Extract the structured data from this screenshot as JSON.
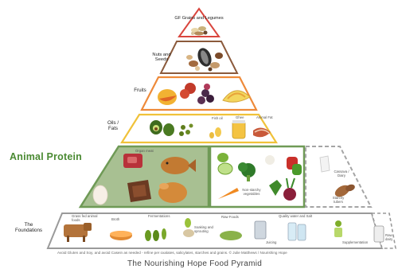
{
  "tiers": {
    "grains": "GF Grains and Legumes",
    "nuts": "Nuts and Seeds",
    "fruits": "Fruits",
    "oils": "Oils / Fats",
    "animal_protein": "Animal Protein",
    "foundations": "The Foundations"
  },
  "oils_items": {
    "fish_oil": "Fish oil",
    "ghee": "Ghee",
    "animal_fat": "Animal Fat"
  },
  "protein_items": {
    "organ_meat": "Organ meat"
  },
  "veg_items": {
    "non_starchy": "Non-starchy vegetables"
  },
  "starch_items": {
    "cassava": "Cassava / Dairy",
    "starchy_tubers": "Starchy tubers"
  },
  "foundation_items": {
    "grass_fed": "Grass fed animal foods",
    "broth": "Broth",
    "fermentations": "Fermentations",
    "soaking": "Soaking and sprouting",
    "raw_foods": "Raw Foods",
    "juicing": "Juicing",
    "quality_water": "Quality water and Salt",
    "supplementation": "Supplementation",
    "raw_dairy": "Raw dairy"
  },
  "footnote": "Avoid Gluten and Soy, and avoid Casein as needed - refine per oxalates, salicylates, starches and grains. © Julie Matthews / Nourishing Hope",
  "title": "The Nourishing Hope Food Pyramid",
  "colors": {
    "grains": "#d9463e",
    "nuts": "#8b5a3c",
    "fruits": "#ee8a3a",
    "oils": "#f0c23a",
    "protein_fill": "#a8c092",
    "protein_border": "#6f9a56",
    "veg_border": "#6f9a56",
    "starch_border": "#a5a5a5",
    "foundation": "#9a9a9a"
  }
}
